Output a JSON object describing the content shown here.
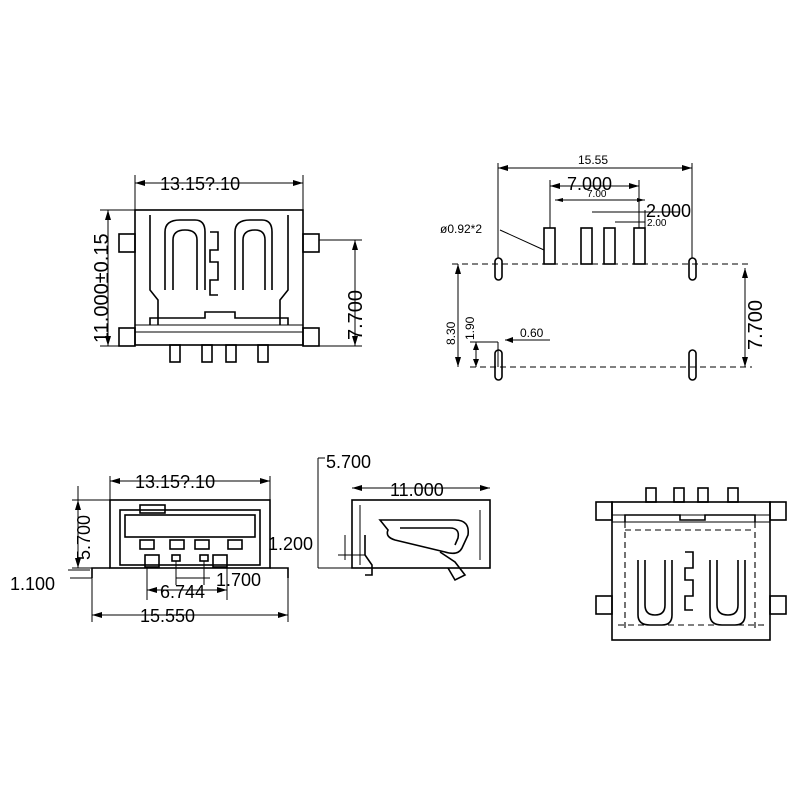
{
  "dims": {
    "front_top_width": "13.15?.10",
    "front_height": "11.000±0.15",
    "front_right_height": "7.700",
    "pcb_total_width": "15.55",
    "pcb_spacing_outer": "7.000",
    "pcb_spacing_inner": "7.00",
    "pcb_right_offset": "2.000",
    "pcb_small_pitch": "2.00",
    "pcb_hole": "ø0.92*2",
    "pcb_height": "8.30",
    "pcb_small_height": "1.90",
    "pcb_pin_width": "0.60",
    "pcb_right_height": "7.700",
    "bottom_top_width": "13.15?.10",
    "bottom_height": "5.700",
    "bottom_offset": "1.100",
    "bottom_pin_spacing_inner": "6.744",
    "bottom_pin_pitch": "1.700",
    "bottom_total_width": "15.550",
    "side_top": "5.700",
    "side_length": "11.000",
    "side_height": "1.200"
  }
}
